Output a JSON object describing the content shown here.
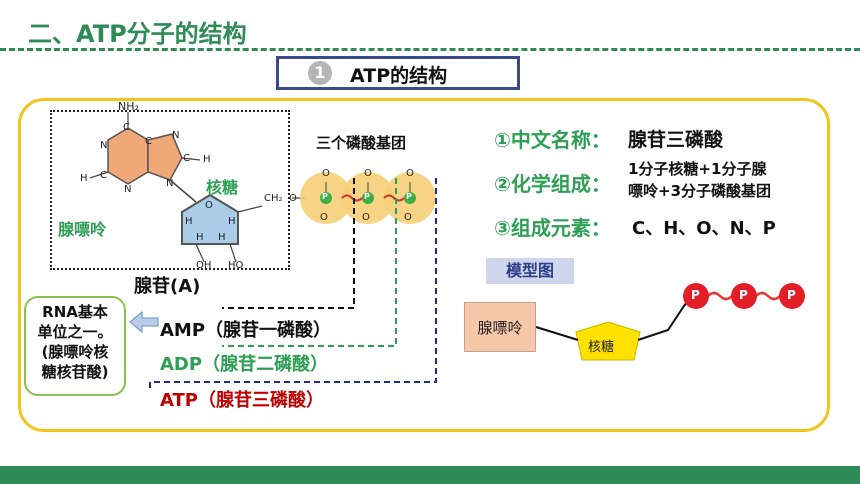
{
  "page_title": "二、ATP分子的结构",
  "section": {
    "number": "1",
    "title": "ATP的结构"
  },
  "molecule": {
    "atoms": {
      "N": "N",
      "C": "C",
      "H": "H",
      "O": "O",
      "P": "P",
      "NH2": "NH₂",
      "CH2": "CH₂",
      "OH": "OH",
      "HO": "HO"
    },
    "adenine_label": "腺嘌呤",
    "ribose_label": "核糖",
    "phosphate_group_label": "三个磷酸基团",
    "adenosine_label": "腺苷(A)"
  },
  "info": {
    "item1_label": "①中文名称：",
    "item1_value": "腺苷三磷酸",
    "item2_label": "②化学组成：",
    "item2_value_line1": "1分子核糖+1分子腺",
    "item2_value_line2": "嘌呤+3分子磷酸基团",
    "item3_label": "③组成元素：",
    "item3_value": "C、H、O、N、P"
  },
  "rna_box": {
    "line1": "RNA基本",
    "line2": "单位之一。",
    "line3": "(腺嘌呤核",
    "line4": "糖核苷酸)"
  },
  "nucleotides": {
    "amp": "AMP（腺苷一磷酸）",
    "adp": "ADP（腺苷二磷酸）",
    "atp": "ATP（腺苷三磷酸）"
  },
  "model": {
    "label": "模型图",
    "adenine": "腺嘌呤",
    "ribose": "核糖",
    "phosphate": "P"
  },
  "colors": {
    "green": "#2e9e55",
    "red": "#c00000",
    "navy": "#1f2a8a",
    "yellow_border": "#f2c51a"
  }
}
